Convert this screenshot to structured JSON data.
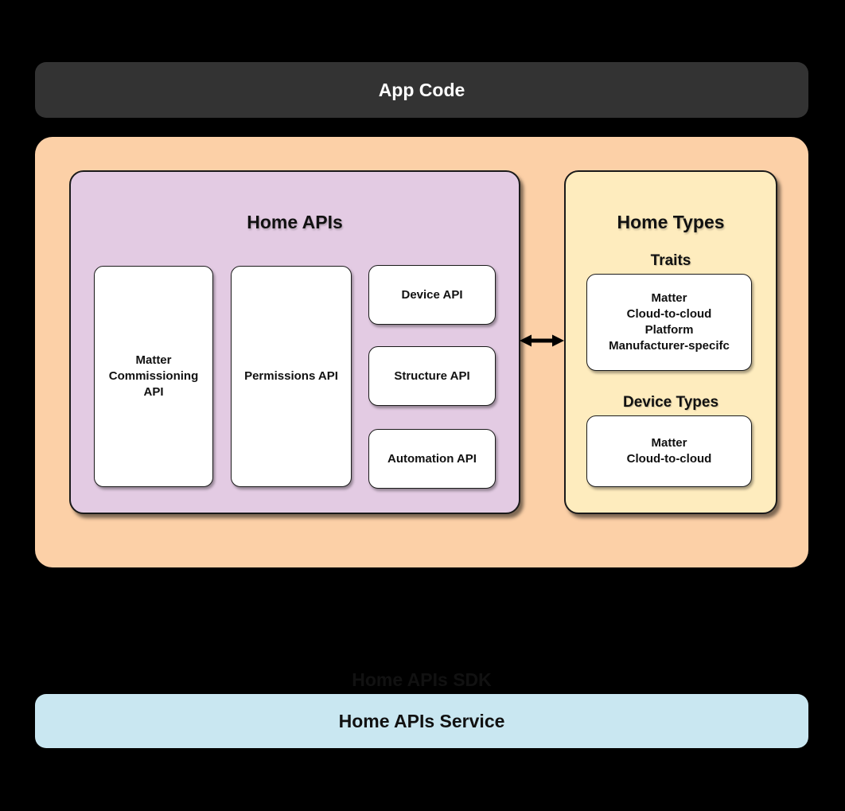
{
  "colors": {
    "background": "#000000",
    "app_code_bg": "#333333",
    "app_code_text": "#FFFFFF",
    "sdk_bg": "#FCD0A7",
    "home_apis_bg": "#E3CBE3",
    "home_types_bg": "#FEECBE",
    "service_bg": "#C9E7F1",
    "card_bg": "#FFFFFF",
    "border": "#1A1A1A",
    "text": "#111111"
  },
  "app_code": {
    "label": "App Code"
  },
  "sdk": {
    "label": "Home APIs SDK",
    "home_apis": {
      "title": "Home APIs",
      "matter_commissioning_api": "Matter\nCommissioning\nAPI",
      "permissions_api": "Permissions API",
      "device_api": "Device API",
      "structure_api": "Structure API",
      "automation_api": "Automation API"
    },
    "home_types": {
      "title": "Home Types",
      "traits_label": "Traits",
      "traits_items": "Matter\nCloud-to-cloud\nPlatform\nManufacturer-specifc",
      "device_types_label": "Device Types",
      "device_types_items": "Matter\nCloud-to-cloud"
    },
    "arrow_icon": "bidirectional-arrow"
  },
  "service": {
    "label": "Home APIs Service"
  }
}
